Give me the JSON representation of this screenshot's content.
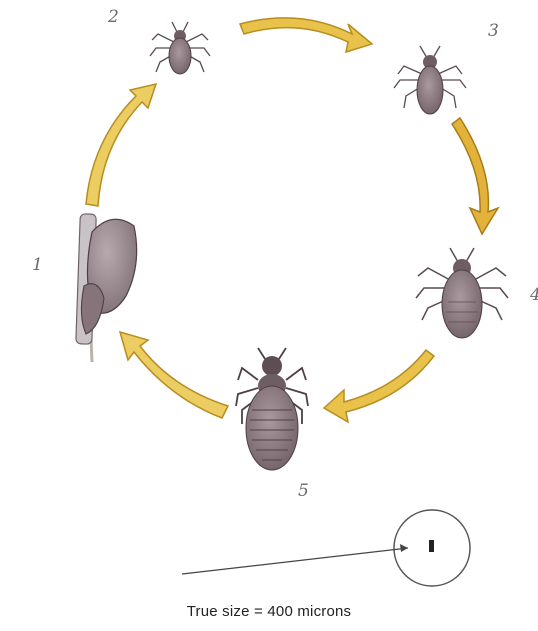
{
  "colors": {
    "arrow_fill": "#e8c24a",
    "arrow_stroke": "#b88d1f",
    "louse_body": "#8d7b80",
    "louse_dark": "#5b4a50",
    "egg_shell": "#9c8c92",
    "hair": "#b9b3a8"
  },
  "stages": [
    {
      "label": "1"
    },
    {
      "label": "2"
    },
    {
      "label": "3"
    },
    {
      "label": "4"
    },
    {
      "label": "5"
    }
  ],
  "caption": "True size = 400 microns"
}
